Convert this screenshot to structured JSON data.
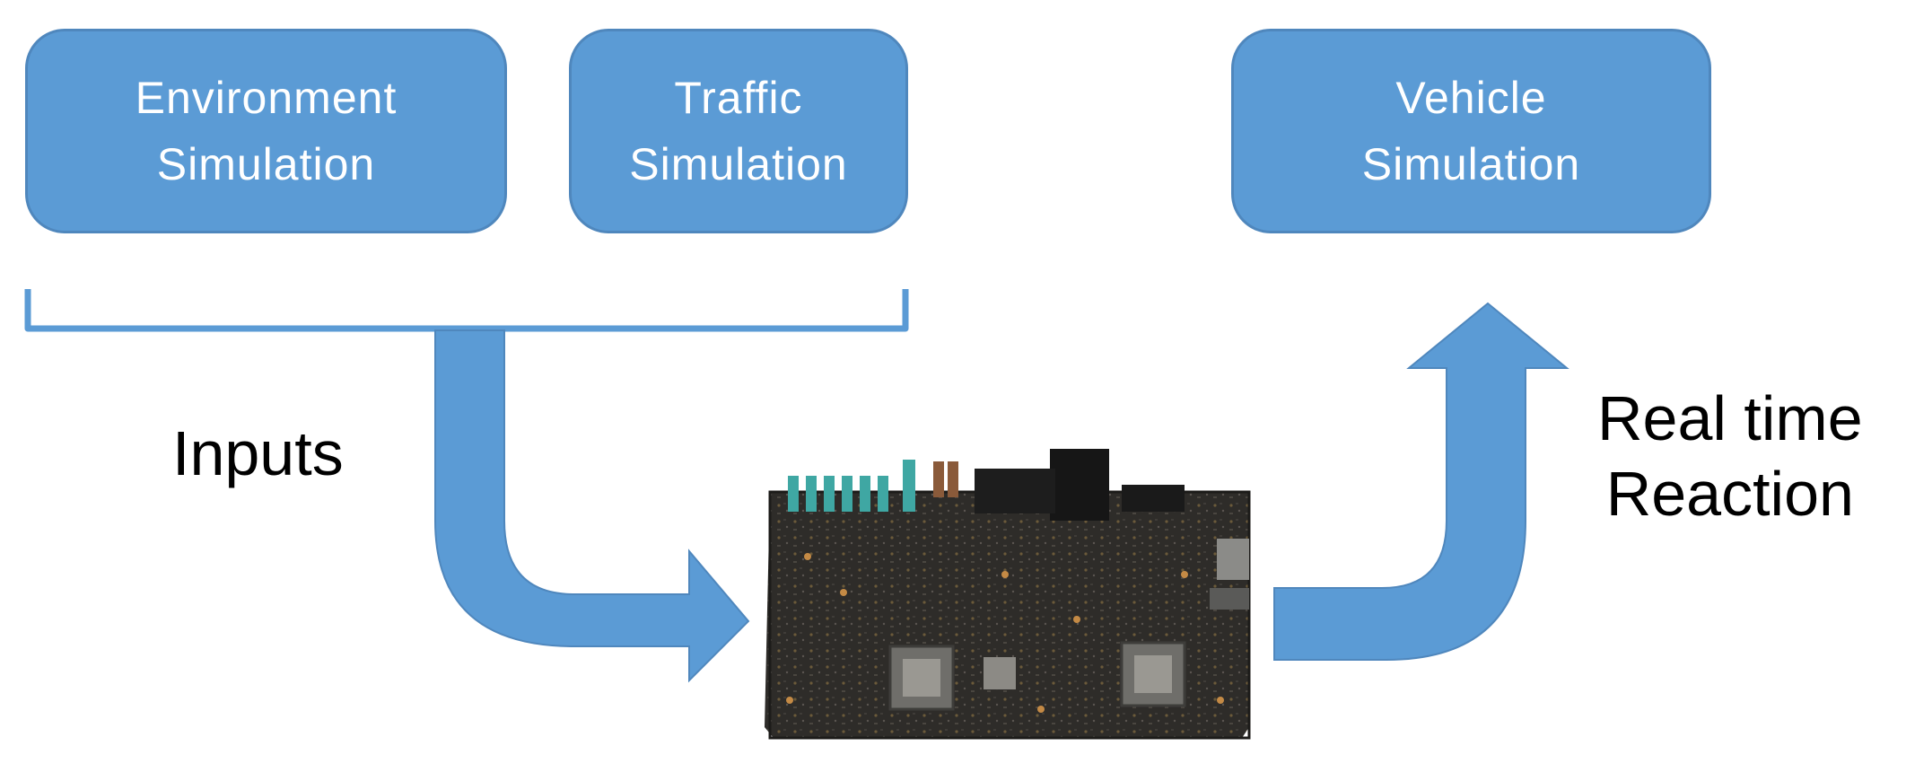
{
  "diagram": {
    "boxes": {
      "environment": {
        "line1": "Environment",
        "line2": "Simulation"
      },
      "traffic": {
        "line1": "Traffic",
        "line2": "Simulation"
      },
      "vehicle": {
        "line1": "Vehicle",
        "line2": "Simulation"
      }
    },
    "labels": {
      "inputs": "Inputs",
      "reaction_line1": "Real time",
      "reaction_line2": "Reaction"
    },
    "colors": {
      "box_fill": "#5b9bd5",
      "box_border": "#4f87bd",
      "box_text": "#ffffff",
      "board": "#2b2a27"
    },
    "icons": [
      "brace-bracket",
      "bend-arrow-right",
      "bend-arrow-up",
      "circuit-board-image"
    ]
  }
}
